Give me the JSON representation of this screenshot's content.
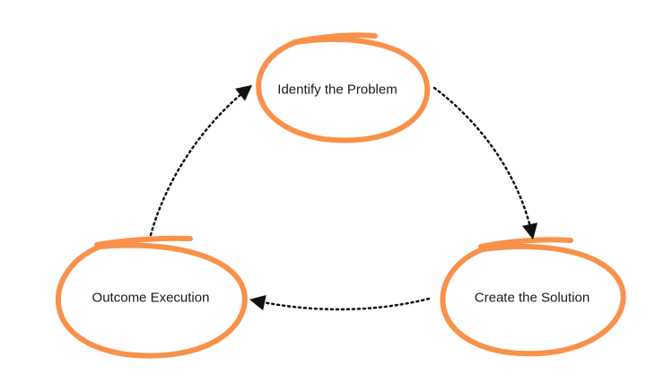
{
  "nodes": [
    {
      "id": "identify",
      "label": "Identify the Problem"
    },
    {
      "id": "create",
      "label": "Create the Solution"
    },
    {
      "id": "execute",
      "label": "Outcome Execution"
    }
  ],
  "edges": [
    {
      "from": "identify",
      "to": "create",
      "style": "dotted"
    },
    {
      "from": "create",
      "to": "execute",
      "style": "dotted"
    },
    {
      "from": "execute",
      "to": "identify",
      "style": "dotted"
    }
  ],
  "colors": {
    "ellipse_stroke": "#F9914A",
    "connector": "#111111",
    "background": "#FFFFFF"
  }
}
